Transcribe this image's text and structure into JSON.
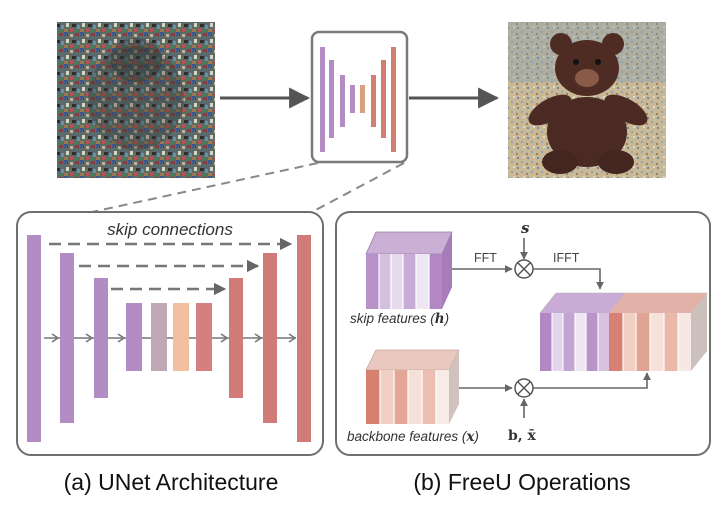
{
  "captions": {
    "unet": "(a) UNet Architecture",
    "freeu": "(b) FreeU Operations"
  },
  "unet_panel": {
    "skip_label": "skip connections"
  },
  "freeu_panel": {
    "fft": "FFT",
    "ifft": "IFFT",
    "s_symbol": "s",
    "skip_features": "skip features (",
    "skip_sym": "h",
    "backbone_features": "backbone features (",
    "backbone_sym": "x",
    "b_symbol": "b, x̄",
    "close_paren": ")"
  },
  "colors": {
    "purple": "#b48cc4",
    "rose": "#d07b78",
    "frame": "#707070",
    "arrow": "#505050"
  },
  "images": {
    "input": "noisy-teddy-bear-image",
    "output": "denoised-teddy-bear-image"
  }
}
